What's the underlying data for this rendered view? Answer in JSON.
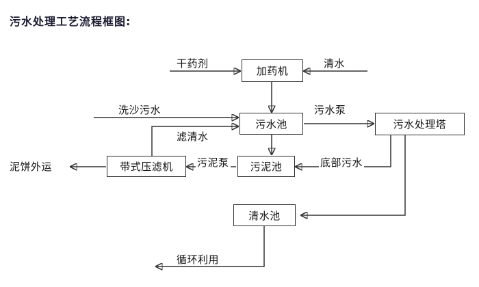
{
  "title": "污水处理工艺流程框图:",
  "diagram": {
    "type": "process-flowchart",
    "nodes": [
      {
        "id": "dosing-machine",
        "label": "加药机"
      },
      {
        "id": "wastewater-pool",
        "label": "污水池"
      },
      {
        "id": "treatment-tower",
        "label": "污水处理塔"
      },
      {
        "id": "belt-filter-press",
        "label": "带式压滤机"
      },
      {
        "id": "sludge-pool",
        "label": "污泥池"
      },
      {
        "id": "clear-water-pool",
        "label": "清水池"
      }
    ],
    "edge_labels": [
      {
        "id": "dry-reagent",
        "label": "干药剂"
      },
      {
        "id": "clean-water-in",
        "label": "清水"
      },
      {
        "id": "sand-wash-wastewater",
        "label": "洗沙污水"
      },
      {
        "id": "filtered-clear-water",
        "label": "滤清水"
      },
      {
        "id": "wastewater-pump",
        "label": "污水泵"
      },
      {
        "id": "sludge-pump",
        "label": "污泥泵"
      },
      {
        "id": "bottom-wastewater",
        "label": "底部污水"
      },
      {
        "id": "mud-cake-out",
        "label": "泥饼外运"
      },
      {
        "id": "recycle-reuse",
        "label": "循环利用"
      }
    ],
    "colors": {
      "line": "#333333",
      "box_border": "#2b2b2b",
      "text": "#111111",
      "title": "#1a1a2e",
      "background": "#ffffff"
    }
  }
}
